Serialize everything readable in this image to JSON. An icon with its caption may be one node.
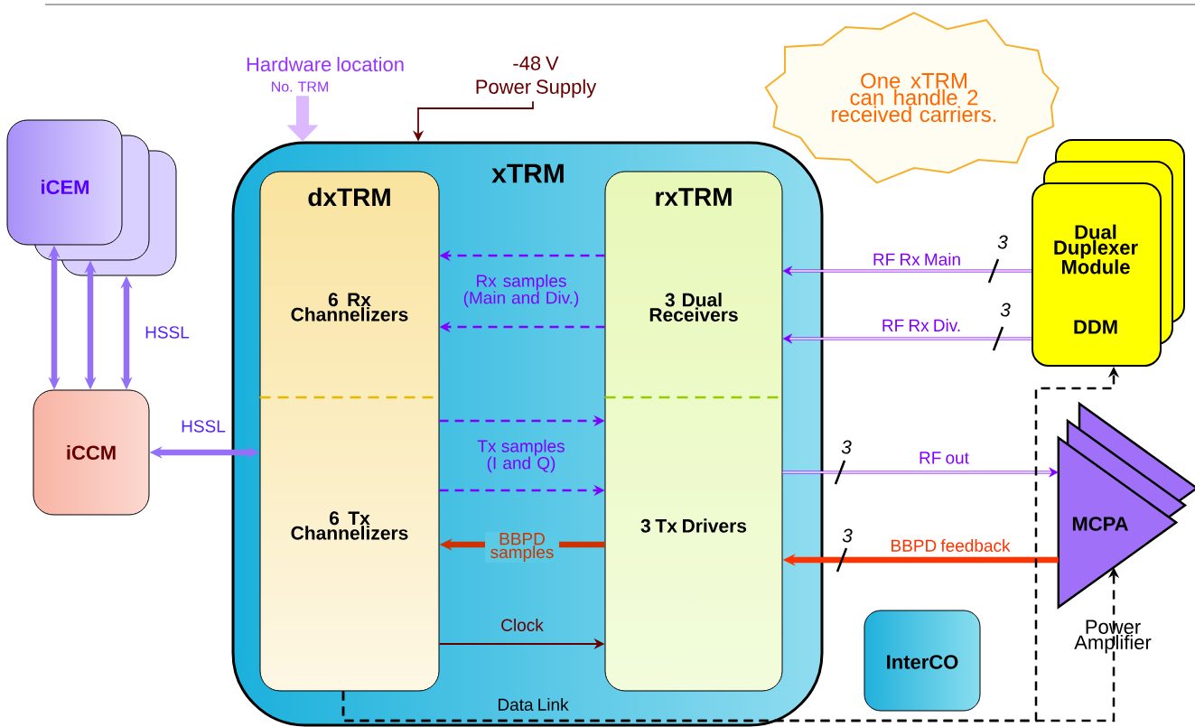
{
  "diagram": {
    "nodes": [
      {
        "text": [
          "xTRM"
        ]
      },
      {
        "text": [
          "dxTRM",
          "6 Rx Channelizers",
          "6 Tx Channelizers"
        ],
        "in": 0
      },
      {
        "text": [
          "rxTRM",
          "3 Dual Receivers",
          "3 Tx Drivers"
        ],
        "in": 0
      },
      {
        "text": [
          "iCEM"
        ]
      },
      {
        "text": [
          "iCCM"
        ]
      },
      {
        "text": [
          "Hardware location",
          "No. TRM"
        ]
      },
      {
        "text": [
          "-48 V",
          "Power Supply"
        ]
      },
      {
        "text": [
          "One xTRM can handle 2 received carriers."
        ]
      },
      {
        "text": [
          "Dual Duplexer Module",
          "DDM"
        ]
      },
      {
        "text": [
          "MCPA"
        ],
        "beside": [
          "Power Amplifier"
        ]
      },
      {
        "text": [
          "InterCO"
        ]
      }
    ],
    "edges": [
      {
        "from": 4,
        "to": 3,
        "arrow": "both",
        "style": "thick",
        "color": "#9370f5"
      },
      {
        "from": 4,
        "to": 3,
        "arrow": "both",
        "style": "thick",
        "color": "#9370f5"
      },
      {
        "from": 4,
        "to": 3,
        "arrow": "both",
        "style": "thick",
        "color": "#9370f5",
        "label": "HSSL"
      },
      {
        "from": 4,
        "to": 1,
        "arrow": "both",
        "style": "thick",
        "color": "#9370f5",
        "label": "HSSL"
      },
      {
        "from": 2,
        "to": 1,
        "arrow": "to",
        "style": "dashed",
        "label": "Rx samples (Main and Div.)"
      },
      {
        "from": 2,
        "to": 1,
        "arrow": "to",
        "style": "dashed"
      },
      {
        "from": 1,
        "to": 2,
        "arrow": "to",
        "style": "dashed",
        "label": "Tx samples (I and Q)"
      },
      {
        "from": 1,
        "to": 2,
        "arrow": "to",
        "style": "dashed"
      },
      {
        "from": 2,
        "to": 1,
        "arrow": "to",
        "style": "thick",
        "color": "#cc3300",
        "label": "BBPD samples"
      },
      {
        "from": 1,
        "to": 2,
        "arrow": "to",
        "color": "#660000",
        "label": "Clock"
      },
      {
        "from": 8,
        "to": 2,
        "arrow": "to",
        "label": "RF Rx Main"
      },
      {
        "from": 8,
        "to": 2,
        "arrow": "to",
        "label": "RF Rx Div."
      },
      {
        "from": 2,
        "to": 9,
        "arrow": "to",
        "label": "RF out"
      },
      {
        "from": 9,
        "to": 2,
        "arrow": "to",
        "style": "thick",
        "color": "#ff3300",
        "label": "BBPD feedback"
      },
      {
        "from": 1,
        "to": 9,
        "arrow": "to",
        "style": "dashed",
        "color": "#000000",
        "label": "Data Link"
      },
      {
        "from": 1,
        "to": 8,
        "arrow": "to",
        "style": "dashed",
        "color": "#000000"
      },
      {
        "from": 5,
        "to": 0,
        "arrow": "to",
        "style": "thick",
        "color": "#dcb8ff"
      },
      {
        "from": 6,
        "to": 0,
        "arrow": "to",
        "color": "#660000"
      }
    ],
    "labels": [
      "3",
      "3",
      "3",
      "3"
    ]
  }
}
